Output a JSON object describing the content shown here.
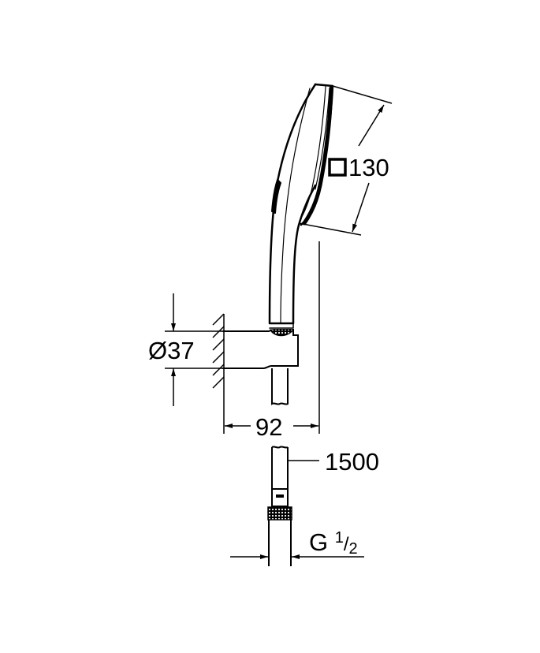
{
  "diagram": {
    "subject": "hand-shower-set-dimension-drawing",
    "colors": {
      "line": "#000000",
      "background": "#ffffff"
    },
    "dimensions": {
      "head_size": {
        "symbol": "□",
        "value": "130"
      },
      "holder_diameter": {
        "symbol": "Ø",
        "value": "37"
      },
      "projection": {
        "value": "92"
      },
      "hose_length": {
        "value": "1500"
      },
      "connection_thread": {
        "prefix": "G",
        "num": "1",
        "slash": "/",
        "den": "2"
      }
    }
  }
}
